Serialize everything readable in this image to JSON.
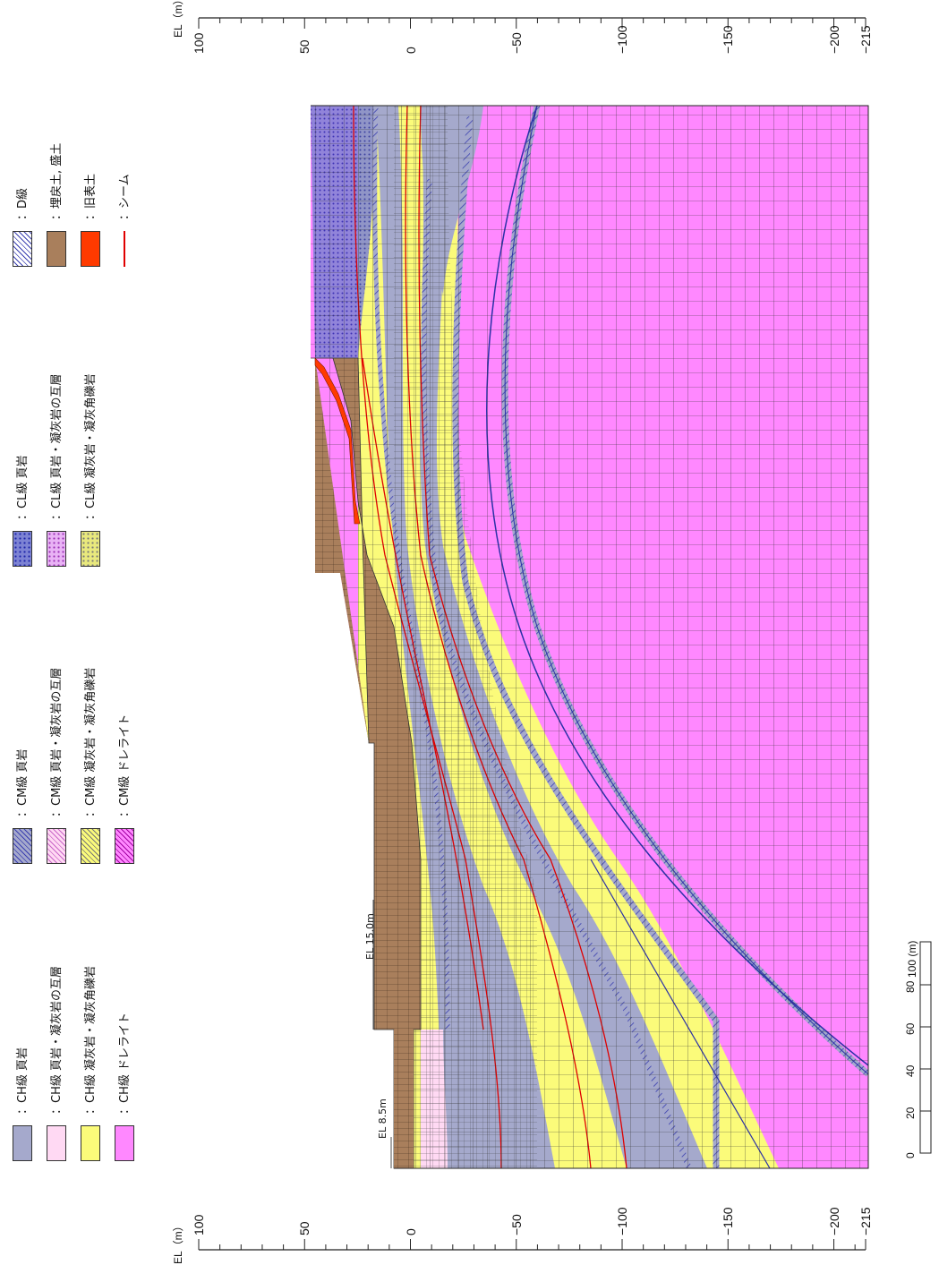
{
  "axis": {
    "unit_label": "EL（m）",
    "ticks": [
      100,
      50,
      0,
      -50,
      -100,
      -150,
      -200,
      -215
    ]
  },
  "elevation_annotations": [
    {
      "label": "EL 15.0m",
      "value": 15.0
    },
    {
      "label": "EL 8.5m",
      "value": 8.5
    }
  ],
  "scale_bar": {
    "unit": "100 (m)",
    "ticks": [
      "0",
      "20",
      "40",
      "60",
      "80",
      "100"
    ]
  },
  "legend": [
    {
      "key": "ch-shale",
      "label": "：CH級 頁岩",
      "color": "#a5a9cc",
      "pattern": "solid"
    },
    {
      "key": "ch-interbed",
      "label": "：CH級 頁岩・凝灰岩の互層",
      "color": "#ffd9f3",
      "pattern": "solid"
    },
    {
      "key": "ch-tuff",
      "label": "：CH級 凝灰岩・凝灰角礫岩",
      "color": "#fbfb7a",
      "pattern": "solid"
    },
    {
      "key": "ch-dolerite",
      "label": "：CH級 ドレライト",
      "color": "#ff88ff",
      "pattern": "solid"
    },
    {
      "key": "cm-shale",
      "label": "：CM級 頁岩",
      "color": "#a5a9cc",
      "pattern": "hatch"
    },
    {
      "key": "cm-interbed",
      "label": "：CM級 頁岩・凝灰岩の互層",
      "color": "#ffd9f3",
      "pattern": "hatch"
    },
    {
      "key": "cm-tuff",
      "label": "：CM級 凝灰岩・凝灰角礫岩",
      "color": "#fbfb7a",
      "pattern": "hatch"
    },
    {
      "key": "cm-dolerite",
      "label": "：CM級 ドレライト",
      "color": "#ff88ff",
      "pattern": "hatch"
    },
    {
      "key": "cl-shale",
      "label": "：CL級 頁岩",
      "color": "#7d83d4",
      "pattern": "dots"
    },
    {
      "key": "cl-interbed",
      "label": "：CL級 頁岩・凝灰岩の互層",
      "color": "#e9b3f5",
      "pattern": "dots"
    },
    {
      "key": "cl-tuff",
      "label": "：CL級 凝灰岩・凝灰角礫岩",
      "color": "#e9e97d",
      "pattern": "dots"
    },
    {
      "key": "d-class",
      "label": "：D級",
      "color": "#ffffff",
      "pattern": "hatch-blue"
    },
    {
      "key": "fill",
      "label": "：埋戻土, 盛土",
      "color": "#a97f5c",
      "pattern": "solid"
    },
    {
      "key": "old-topsoil",
      "label": "：旧表土",
      "color": "#ff3a00",
      "pattern": "solid"
    },
    {
      "key": "seam",
      "label": "：シーム",
      "color": "#e00000",
      "pattern": "line"
    }
  ]
}
